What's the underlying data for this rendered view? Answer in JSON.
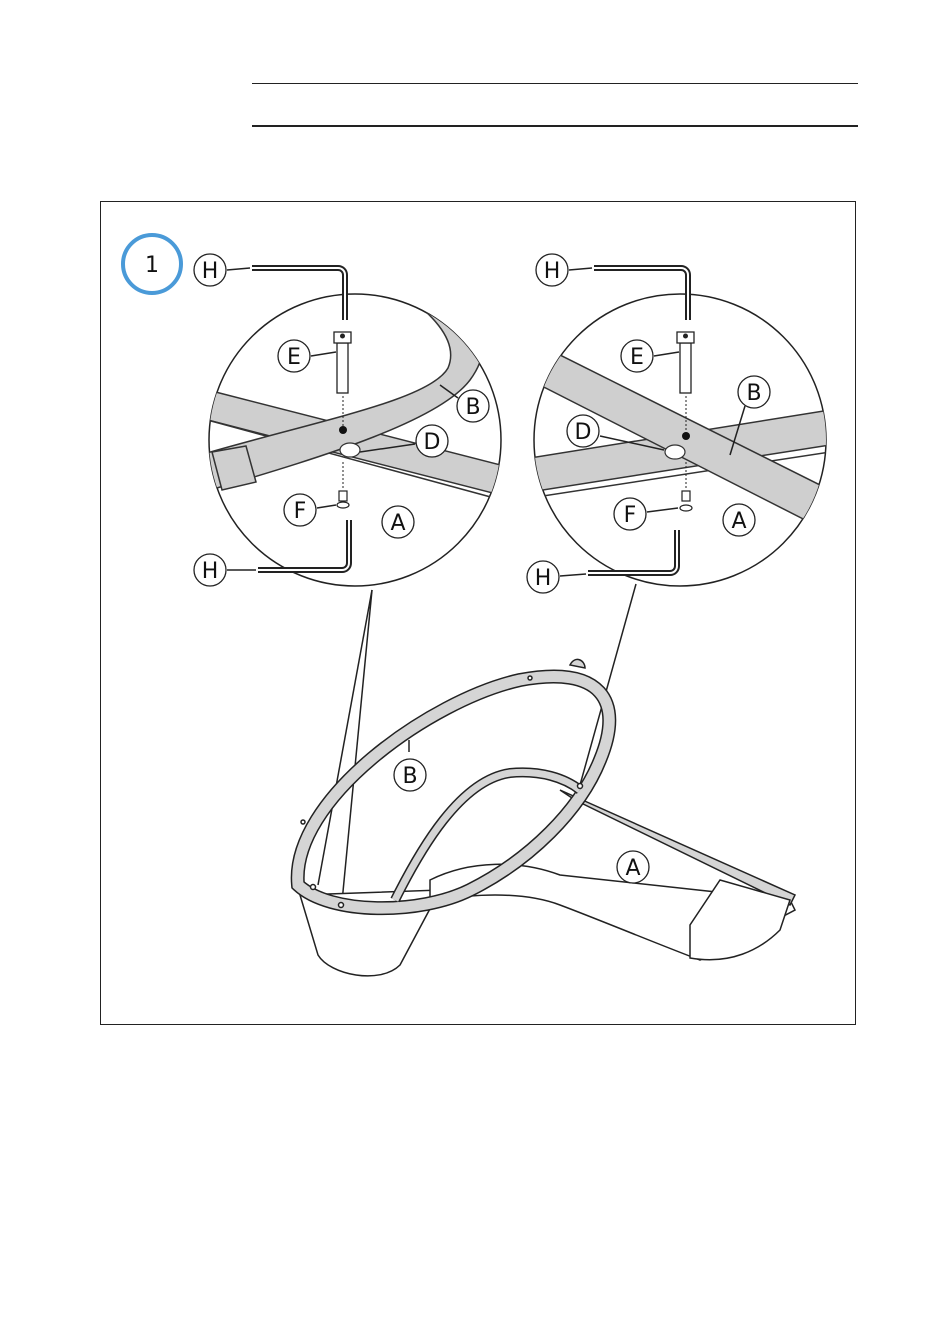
{
  "step": {
    "number": "1",
    "ring_color": "#4a9ad8"
  },
  "callouts": {
    "H": "H",
    "E": "E",
    "B": "B",
    "D": "D",
    "F": "F",
    "A": "A"
  }
}
